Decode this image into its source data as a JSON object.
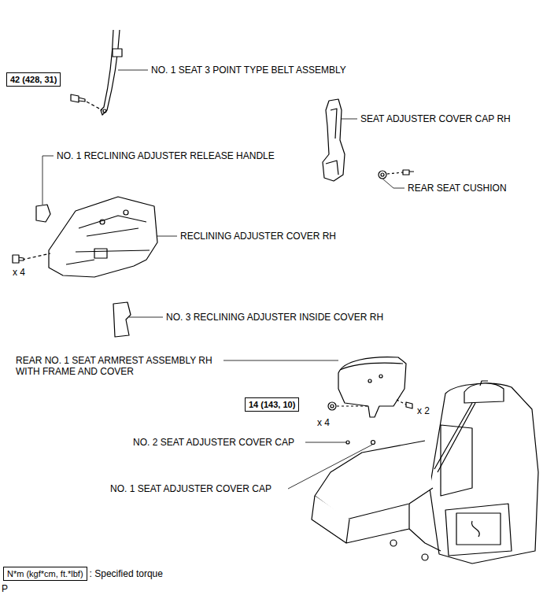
{
  "diagram": {
    "nodes": [
      {
        "text": [
          "42 (428, 31)"
        ]
      },
      {
        "text": [
          "14 (143, 10)"
        ]
      },
      {
        "text": [
          "N*m (kgf*cm, ft.*lbf)"
        ]
      }
    ],
    "labels": [
      "NO. 1 SEAT 3 POINT TYPE BELT ASSEMBLY",
      "SEAT ADJUSTER COVER CAP RH",
      "REAR SEAT CUSHION",
      "NO. 1 RECLINING ADJUSTER RELEASE HANDLE",
      "RECLINING ADJUSTER COVER RH",
      "x 4",
      "NO. 3 RECLINING ADJUSTER INSIDE COVER RH",
      "REAR NO. 1 SEAT ARMREST ASSEMBLY RH WITH FRAME AND COVER",
      "x 2",
      "x 4",
      "NO. 2 SEAT ADJUSTER COVER CAP",
      "NO. 1 SEAT ADJUSTER COVER CAP",
      ": Specified torque",
      "P"
    ]
  }
}
